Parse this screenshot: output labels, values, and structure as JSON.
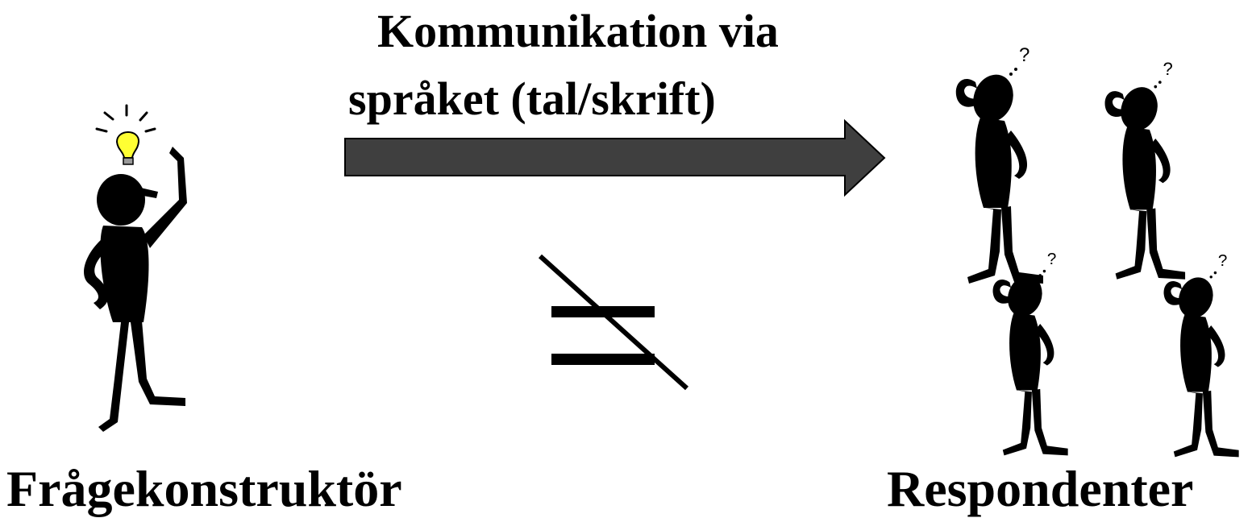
{
  "diagram": {
    "arrow_label": {
      "line1": "Kommunikation via",
      "line2": "språket (tal/skrift)"
    },
    "left_caption": "Frågekonstruktör",
    "right_caption": "Respondenter",
    "colors": {
      "arrow_fill": "#3f3f3f",
      "bulb": "#ffff33",
      "figure": "#000000",
      "background": "#ffffff"
    },
    "icons": {
      "questioner": "stick-figure-with-idea-bulb",
      "respondents": "confused-stick-figure",
      "relation": "not-equal-sign"
    }
  }
}
